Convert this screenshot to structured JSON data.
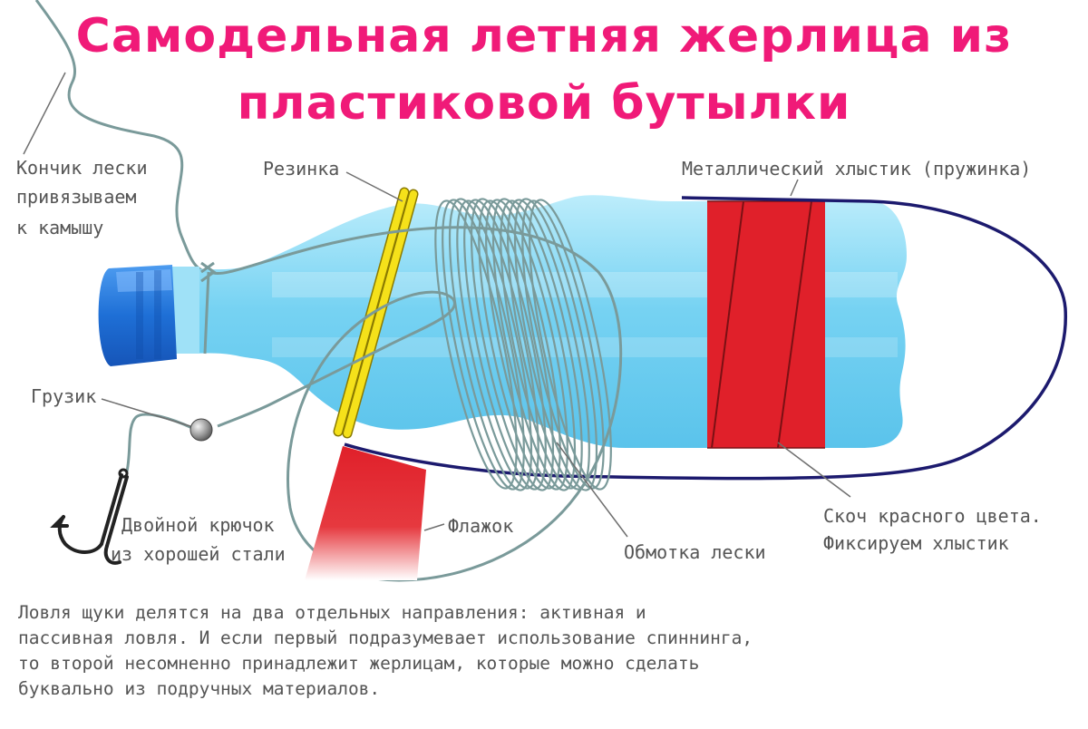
{
  "title": {
    "line1": "Самодельная летняя жерлица из",
    "line2": "пластиковой бутылки"
  },
  "labels": {
    "tip_line1": "Кончик лески",
    "tip_line2": "привязываем",
    "tip_line3": "к камышу",
    "rubber": "Резинка",
    "whip": "Металлический хлыстик (пружинка)",
    "sinker": "Грузик",
    "hook_line1": "Двойной крючок",
    "hook_line2": "из хорошей стали",
    "flag": "Флажок",
    "winding": "Обмотка лески",
    "tape_line1": "Скоч красного цвета.",
    "tape_line2": "Фиксируем хлыстик"
  },
  "caption": {
    "line1": "Ловля щуки делятся на два отдельных направления: активная и",
    "line2": "пассивная ловля. И если первый подразумевает использование спиннинга,",
    "line3": "то второй несомненно принадлежит жерлицам, которые можно сделать",
    "line4": "буквально из подручных материалов."
  },
  "colors": {
    "title": "#f01a78",
    "label_text": "#555555",
    "bottle": "#6fd0f2",
    "cap": "#1e6fd6",
    "tape_red": "#e0202a",
    "rubber_yellow": "#f5e11a",
    "whip_navy": "#1c1a6e",
    "line_gray": "#7a9a9a"
  }
}
